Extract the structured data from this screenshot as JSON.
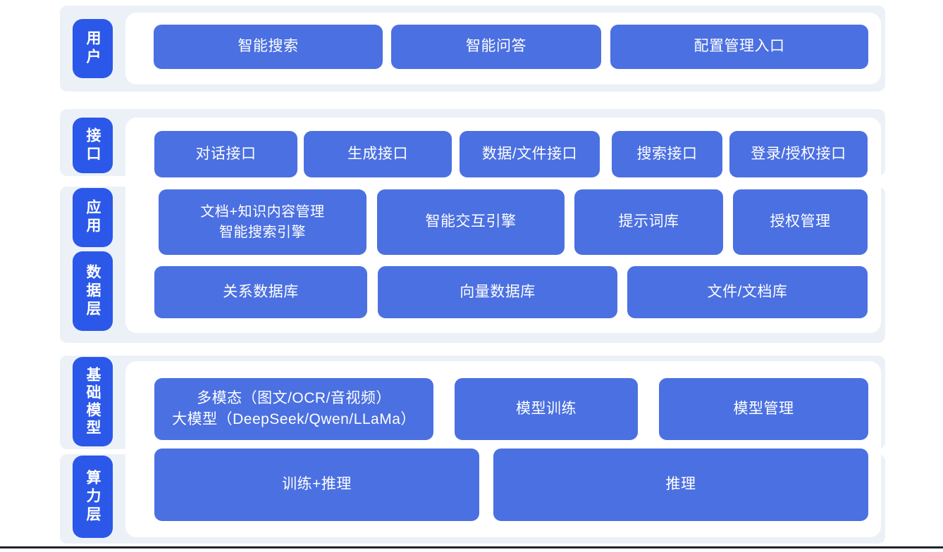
{
  "diagram": {
    "title": "layered-ai-platform-architecture",
    "sections": [
      {
        "name": "user-layer",
        "rails": [
          "用户"
        ],
        "rows": [
          [
            "智能搜索",
            "智能问答",
            "配置管理入口"
          ]
        ]
      },
      {
        "name": "interface-application-data-layer",
        "rails": [
          "接口",
          "应用",
          "数据层"
        ],
        "rows": [
          [
            "对话接口",
            "生成接口",
            "数据/文件接口",
            "搜索接口",
            "登录/授权接口"
          ],
          [
            "文档+知识内容管理\n智能搜索引擎",
            "智能交互引擎",
            "提示词库",
            "授权管理"
          ],
          [
            "关系数据库",
            "向量数据库",
            "文件/文档库"
          ]
        ]
      },
      {
        "name": "foundation-model-compute-layer",
        "rails": [
          "基础模型",
          "算力层"
        ],
        "rows": [
          [
            "多模态（图文/OCR/音视频）\n大模型（DeepSeek/Qwen/LLaMa）",
            "模型训练",
            "模型管理"
          ],
          [
            "训练+推理",
            "推理"
          ]
        ]
      }
    ]
  },
  "colors": {
    "c_rail": "#2B58E8",
    "c_btn": "#4B70E1",
    "c_band": "#ECF1F8",
    "c_panel": "#FFFFFF",
    "c_text": "#FFFFFF",
    "c_bottombar": "#20242B"
  }
}
